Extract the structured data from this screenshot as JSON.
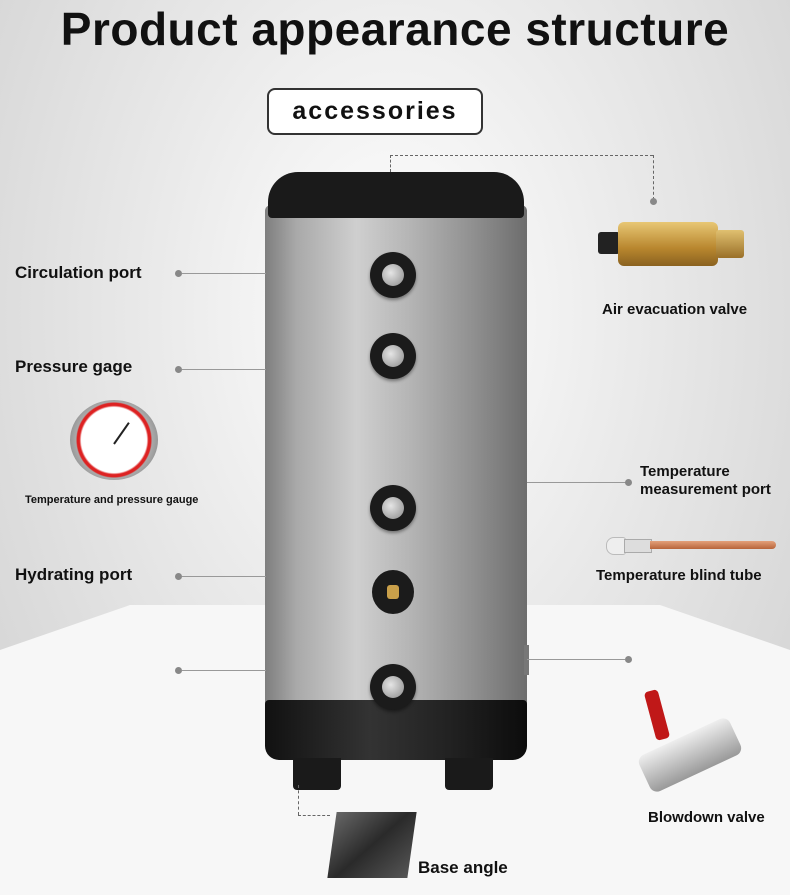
{
  "title": "Product appearance structure",
  "accessories_label": "accessories",
  "labels": {
    "circulation_port": "Circulation port",
    "pressure_gage": "Pressure gage",
    "gauge_caption": "Temperature and pressure gauge",
    "hydrating_port": "Hydrating port",
    "air_valve": "Air evacuation valve",
    "temp_port_line1": "Temperature",
    "temp_port_line2": "measurement port",
    "blind_tube": "Temperature blind tube",
    "blowdown": "Blowdown valve",
    "base_angle": "Base angle"
  },
  "colors": {
    "tank_cap": "#1a1a1a",
    "brass": "#c9a04a",
    "gauge_red": "#d22",
    "valve_red": "#c01818"
  }
}
